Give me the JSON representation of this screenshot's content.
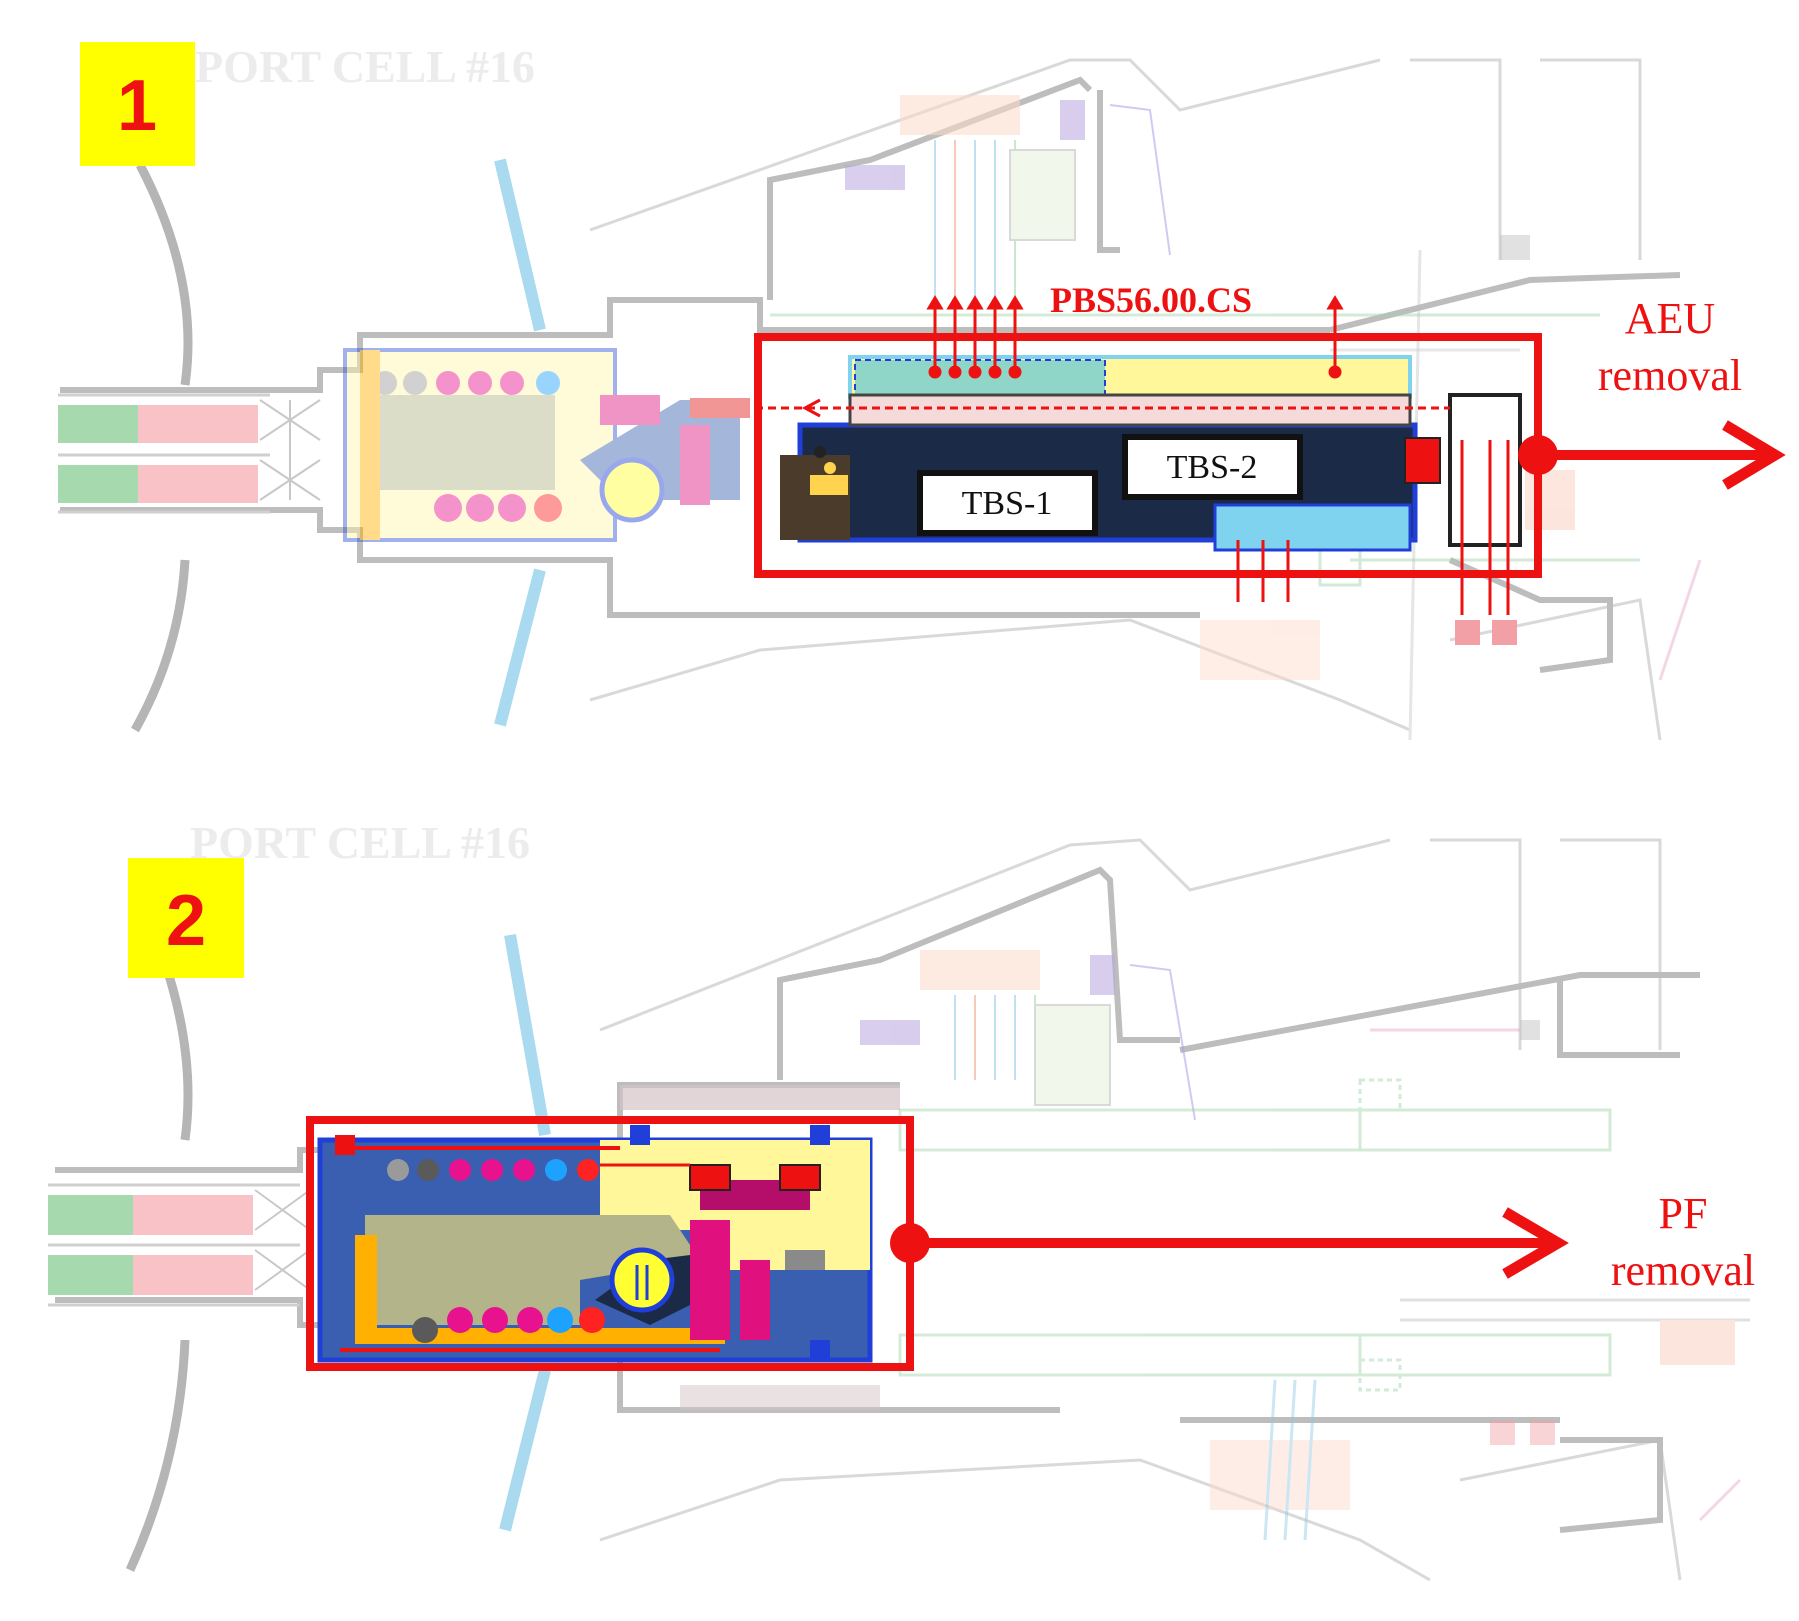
{
  "panels": [
    {
      "badge": "1",
      "watermark": "PORT CELL #16",
      "component_label": "PBS56.00.CS",
      "boxes": [
        "TBS-1",
        "TBS-2"
      ],
      "action_line1": "AEU",
      "action_line2": "removal"
    },
    {
      "badge": "2",
      "watermark": "PORT CELL #16",
      "action_line1": "PF",
      "action_line2": "removal"
    }
  ],
  "colors": {
    "badge_fill": "#ffff00",
    "highlight_red": "#ee1111",
    "structure_grey": "#b8b8b8",
    "dark_navy": "#1b2a47",
    "blue_frame": "#1f3fd8",
    "light_cyan": "#7fd3ef",
    "green_pipe": "#9fd3a6",
    "pink_pipe": "#f7b2b8",
    "magenta": "#e0117f",
    "orange": "#ffb000",
    "yellow_fill": "#fff79a",
    "purple": "#8c7bd6"
  }
}
